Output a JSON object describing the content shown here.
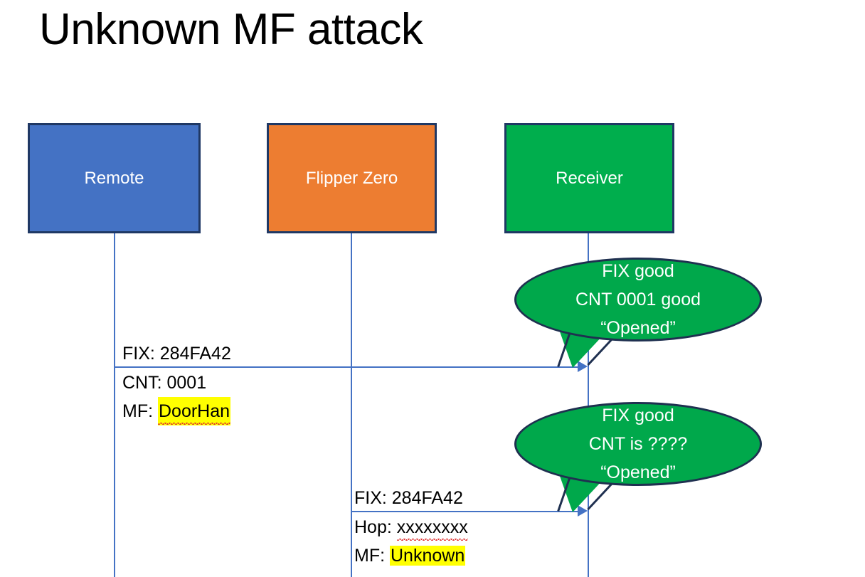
{
  "slide": {
    "title": "Unknown MF attack",
    "background": "#FFFFFF"
  },
  "colors": {
    "remote_fill": "#4472C4",
    "flipper_fill": "#ED7D31",
    "receiver_fill": "#00AE4D",
    "box_border": "#1F3864",
    "lifeline": "#4472C4",
    "callout_fill": "#00A84B",
    "callout_border": "#1F3050",
    "highlight": "#FFFF00",
    "spellcheck_underline": "#E03030",
    "actor_label_text": "#FFFFFF",
    "body_text": "#000000"
  },
  "actors": [
    {
      "id": "remote",
      "label": "Remote"
    },
    {
      "id": "flipper",
      "label": "Flipper Zero"
    },
    {
      "id": "receiver",
      "label": "Receiver"
    }
  ],
  "messages": [
    {
      "id": "msg-1",
      "from": "remote",
      "to": "receiver",
      "label_above": "FIX: 284FA42",
      "label_below_line1_prefix": "CNT: 0001",
      "label_below_line2_prefix": "MF: ",
      "label_below_line2_highlighted": "DoorHan"
    },
    {
      "id": "msg-2",
      "from": "flipper",
      "to": "receiver",
      "label_above": "FIX: 284FA42",
      "label_below_line1_prefix": "Hop: ",
      "label_below_line1_squiggled": "xxxxxxxx",
      "label_below_line2_prefix": "MF: ",
      "label_below_line2_highlighted": "Unknown"
    }
  ],
  "callouts": [
    {
      "id": "callout-1",
      "anchor": "receiver",
      "lines": [
        "FIX good",
        "CNT 0001 good",
        "“Opened”"
      ]
    },
    {
      "id": "callout-2",
      "anchor": "receiver",
      "lines": [
        "FIX good",
        "CNT is ????",
        "“Opened”"
      ]
    }
  ]
}
